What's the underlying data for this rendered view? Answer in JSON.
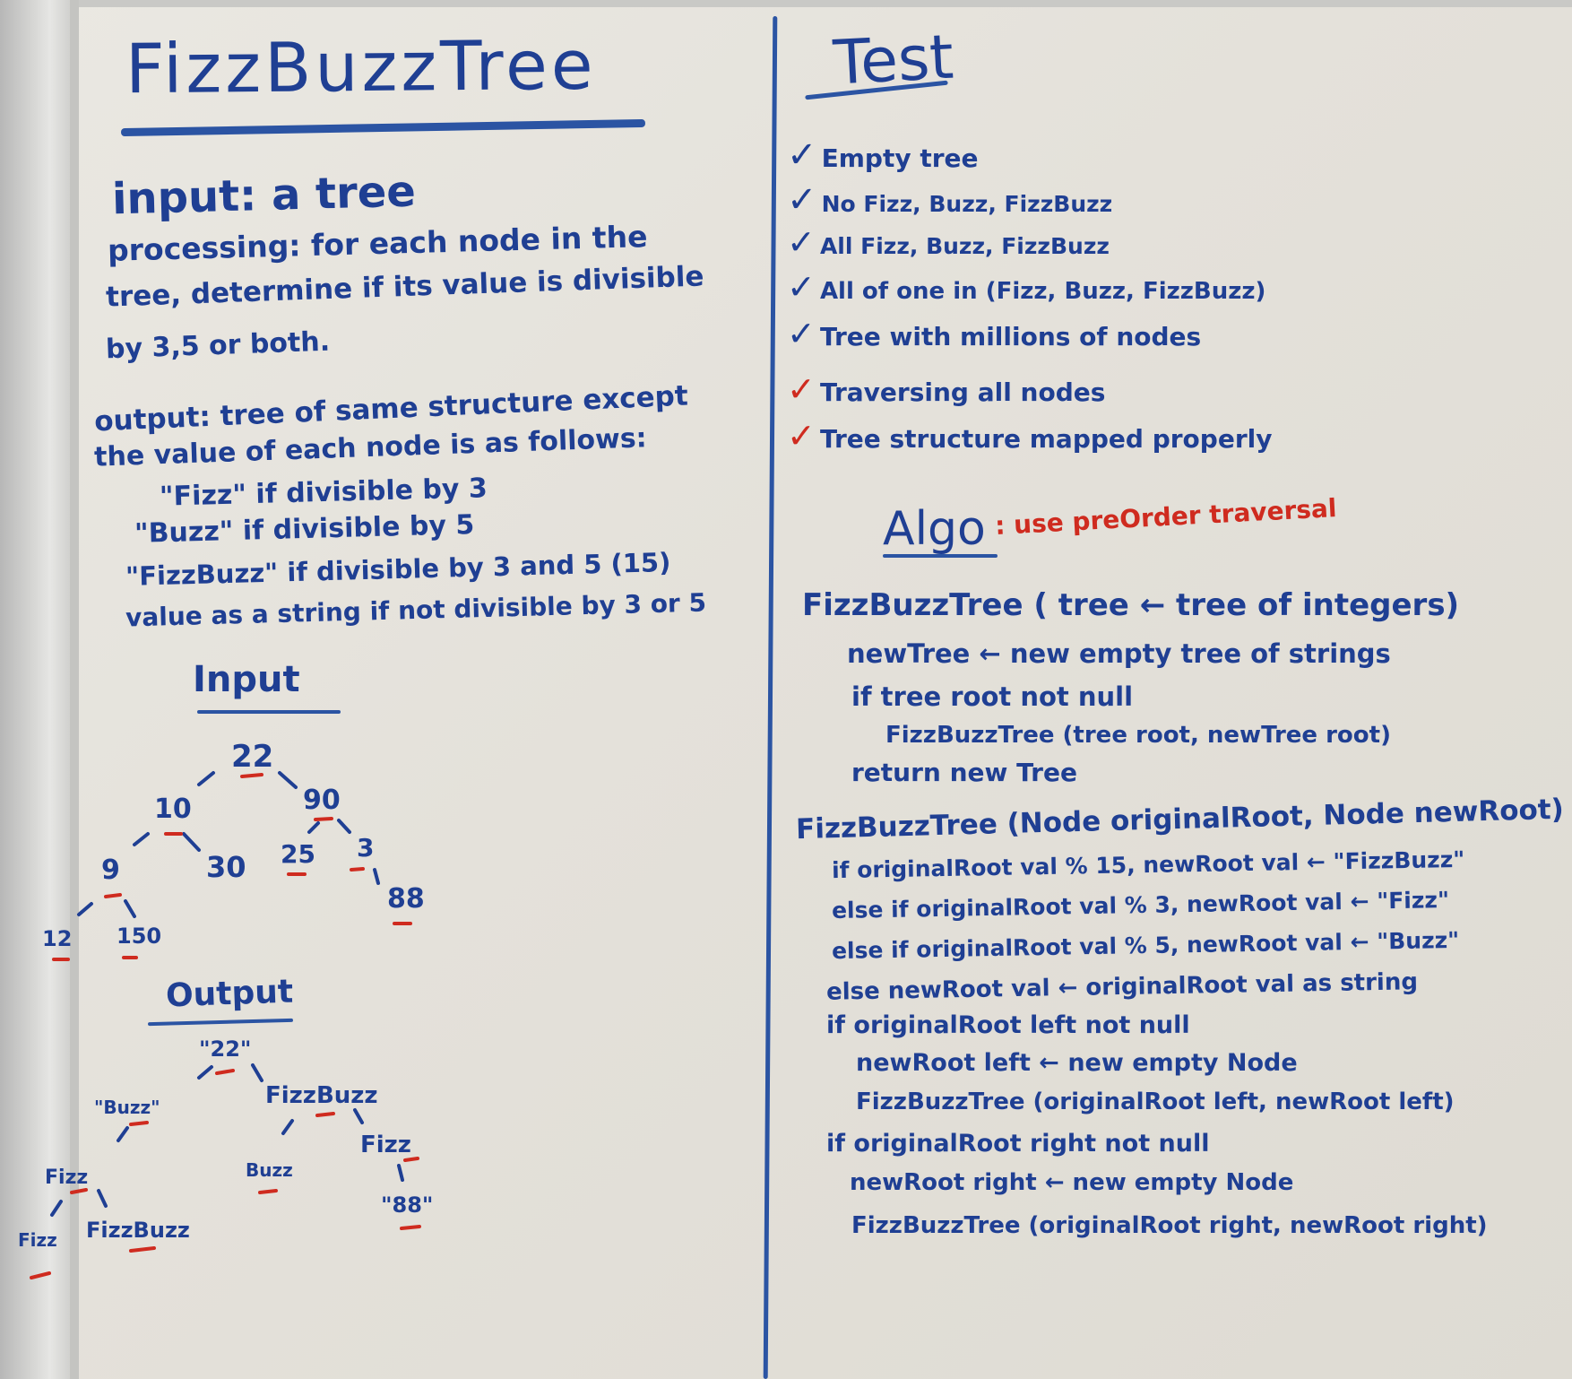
{
  "left": {
    "title": "FizzBuzzTree",
    "input_line": "input: a tree",
    "processing_lines": [
      "processing: for each node in the",
      "tree, determine if its value is divisible",
      "by 3,5 or both."
    ],
    "output_lines": [
      "output: tree of same structure except",
      "the value of each node is as follows:",
      "\"Fizz\" if divisible by 3",
      "\"Buzz\" if divisible by 5",
      "\"FizzBuzz\" if divisible by 3 and 5 (15)",
      "value as a string if not divisible by 3 or 5"
    ],
    "input_heading": "Input",
    "input_tree": {
      "nodes": [
        "22",
        "10",
        "90",
        "9",
        "30",
        "25",
        "3",
        "12",
        "150",
        "88"
      ]
    },
    "output_heading": "Output",
    "output_tree": {
      "nodes": [
        "\"22\"",
        "\"Buzz\"",
        "FizzBuzz",
        "Fizz",
        "Buzz",
        "Fizz",
        "Fizz",
        "FizzBuzz",
        "\"88\""
      ]
    }
  },
  "right": {
    "test_heading": "Test",
    "tests": [
      {
        "text": "Empty tree",
        "check_color": "#1f3f93"
      },
      {
        "text": "No Fizz, Buzz, FizzBuzz",
        "check_color": "#1f3f93"
      },
      {
        "text": "All Fizz, Buzz, FizzBuzz",
        "check_color": "#1f3f93"
      },
      {
        "text": "All of one in (Fizz, Buzz, FizzBuzz)",
        "check_color": "#1f3f93"
      },
      {
        "text": "Tree with millions of nodes",
        "check_color": "#1f3f93"
      },
      {
        "text": "Traversing all nodes",
        "check_color": "#cf2b1f"
      },
      {
        "text": "Tree structure mapped properly",
        "check_color": "#cf2b1f"
      }
    ],
    "algo_heading": "Algo",
    "algo_note": ": use preOrder traversal",
    "algo_lines": [
      "FizzBuzzTree ( tree ← tree of integers)",
      "newTree ← new empty tree of strings",
      "if tree root not null",
      "FizzBuzzTree (tree root, newTree root)",
      "return new Tree",
      "FizzBuzzTree (Node originalRoot, Node newRoot)",
      "if originalRoot val % 15, newRoot val ← \"FizzBuzz\"",
      "else if originalRoot val % 3, newRoot val ← \"Fizz\"",
      "else if originalRoot val % 5, newRoot val ← \"Buzz\"",
      "else newRoot val ← originalRoot val as string",
      "if originalRoot left not null",
      "newRoot left ← new empty Node",
      "FizzBuzzTree (originalRoot left, newRoot left)",
      "if originalRoot right not null",
      "newRoot right ← new empty Node",
      "FizzBuzzTree (originalRoot right, newRoot right)"
    ]
  },
  "colors": {
    "marker_blue": "#1f3f93",
    "marker_red": "#cf2b1f",
    "board": "#e6e3dc"
  }
}
